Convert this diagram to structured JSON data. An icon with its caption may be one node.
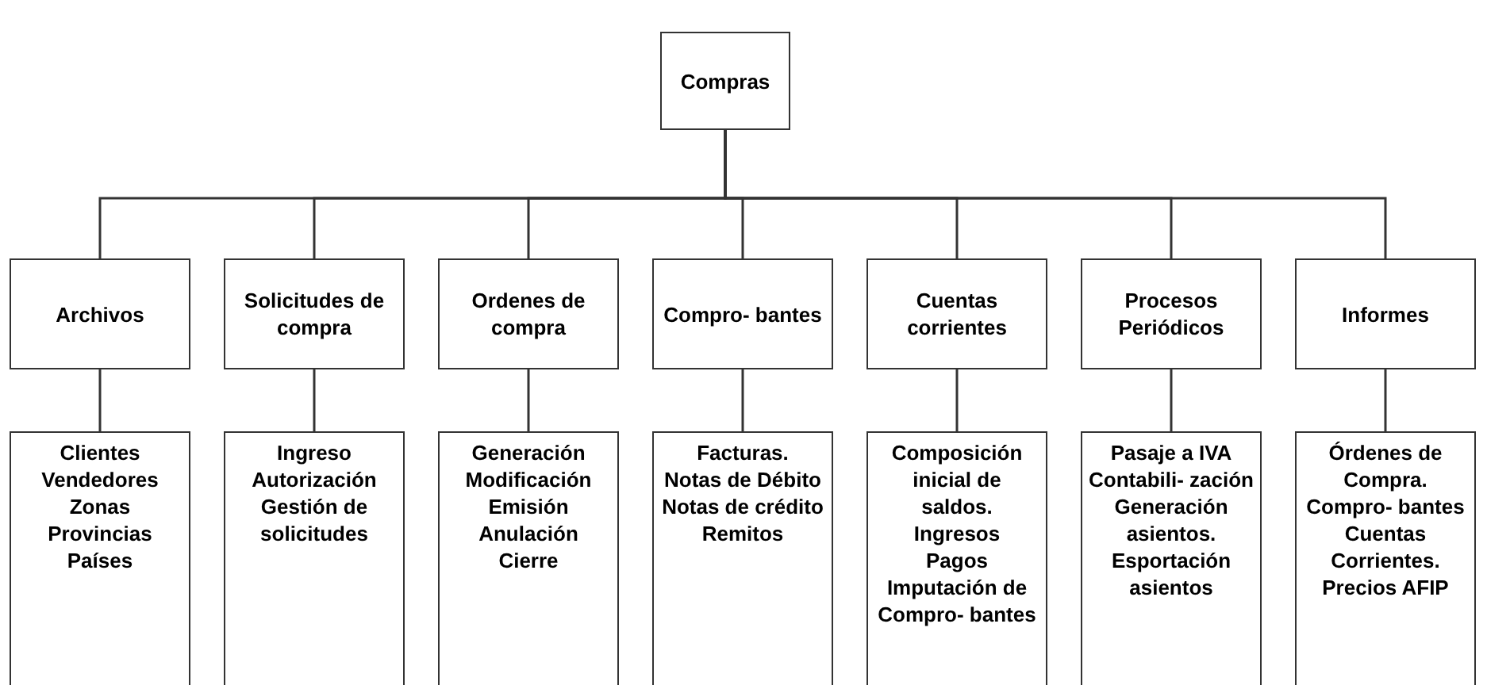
{
  "diagram": {
    "nodes": [
      {
        "text": [
          "Compras"
        ]
      },
      {
        "text": [
          "Archivos"
        ]
      },
      {
        "text": [
          "Solicitudes de compra"
        ]
      },
      {
        "text": [
          "Ordenes de compra"
        ]
      },
      {
        "text": [
          "Compro- bantes"
        ]
      },
      {
        "text": [
          "Cuentas corrientes"
        ]
      },
      {
        "text": [
          "Procesos Periódicos"
        ]
      },
      {
        "text": [
          "Informes"
        ]
      },
      {
        "text": [
          "Clientes",
          "Vendedores",
          "Zonas",
          "Provincias",
          "Países"
        ]
      },
      {
        "text": [
          "Ingreso",
          "Autorización",
          "Gestión de solicitudes"
        ]
      },
      {
        "text": [
          "Generación",
          "Modificación",
          "Emisión",
          "Anulación",
          "Cierre"
        ]
      },
      {
        "text": [
          "Facturas.",
          "Notas de Débito",
          "Notas de crédito",
          "Remitos"
        ]
      },
      {
        "text": [
          "Composición inicial de saldos.",
          "Ingresos",
          "Pagos",
          "Imputación de Compro- bantes"
        ]
      },
      {
        "text": [
          "Pasaje a IVA",
          "Contabili- zación",
          "Generación asientos.",
          "Esportación asientos"
        ]
      },
      {
        "text": [
          "Órdenes de Compra.",
          "Compro- bantes",
          "Cuentas Corrientes.",
          "Precios AFIP"
        ]
      }
    ],
    "edges": [
      {
        "from": 0,
        "to": 1,
        "arrow": "none"
      },
      {
        "from": 0,
        "to": 2,
        "arrow": "none"
      },
      {
        "from": 0,
        "to": 3,
        "arrow": "none"
      },
      {
        "from": 0,
        "to": 4,
        "arrow": "none"
      },
      {
        "from": 0,
        "to": 5,
        "arrow": "none"
      },
      {
        "from": 0,
        "to": 6,
        "arrow": "none"
      },
      {
        "from": 0,
        "to": 7,
        "arrow": "none"
      },
      {
        "from": 1,
        "to": 8,
        "arrow": "none"
      },
      {
        "from": 2,
        "to": 9,
        "arrow": "none"
      },
      {
        "from": 3,
        "to": 10,
        "arrow": "none"
      },
      {
        "from": 4,
        "to": 11,
        "arrow": "none"
      },
      {
        "from": 5,
        "to": 12,
        "arrow": "none"
      },
      {
        "from": 6,
        "to": 13,
        "arrow": "none"
      },
      {
        "from": 7,
        "to": 14,
        "arrow": "none"
      }
    ]
  }
}
